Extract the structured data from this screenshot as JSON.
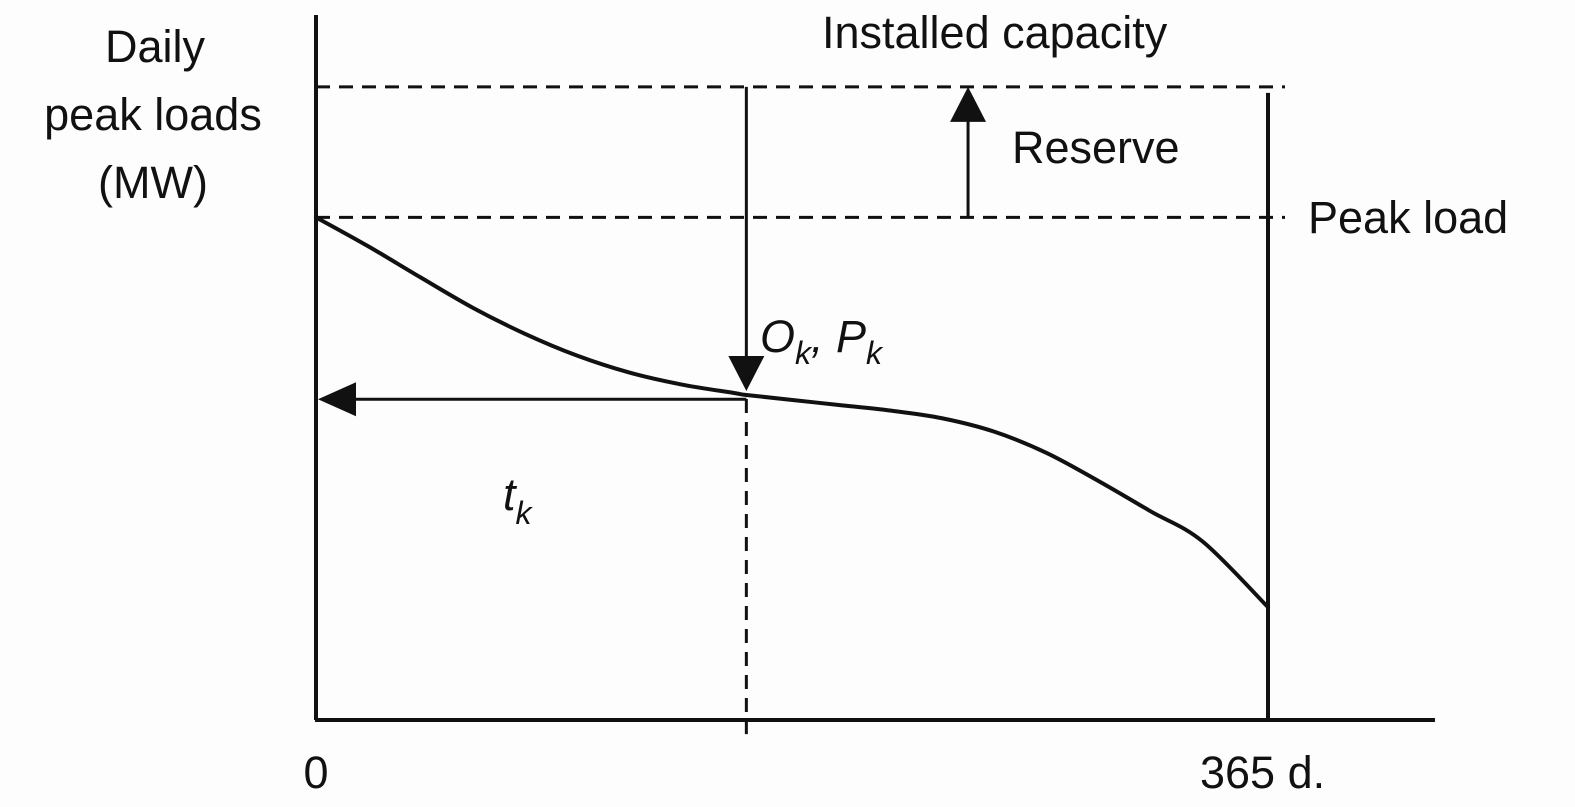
{
  "chart_data": {
    "type": "line",
    "title": "",
    "ylabel_lines": [
      "Daily",
      "peak loads",
      "(MW)"
    ],
    "xlabel": "",
    "x_ticks": [
      {
        "value": 0,
        "label": "0"
      },
      {
        "value": 365,
        "label": "365 d."
      }
    ],
    "xlim": [
      0,
      365
    ],
    "ylim": [
      0,
      1
    ],
    "grid": false,
    "legend": "none",
    "reference_lines": [
      {
        "name": "installed-capacity",
        "label": "Installed capacity",
        "y": 0.898,
        "style": "dashed"
      },
      {
        "name": "peak-load",
        "label": "Peak load",
        "y": 0.713,
        "style": "dashed"
      }
    ],
    "series": [
      {
        "name": "Daily peak load duration curve",
        "x": [
          0,
          20,
          40,
          60,
          80,
          100,
          120,
          140,
          160,
          165,
          180,
          200,
          220,
          240,
          260,
          280,
          300,
          320,
          340,
          365
        ],
        "y": [
          0.713,
          0.672,
          0.628,
          0.585,
          0.548,
          0.517,
          0.493,
          0.476,
          0.464,
          0.461,
          0.455,
          0.447,
          0.439,
          0.428,
          0.409,
          0.379,
          0.339,
          0.296,
          0.253,
          0.16
        ]
      }
    ],
    "annotations": [
      {
        "name": "reserve",
        "label": "Reserve",
        "type": "arrow-up",
        "x": 250,
        "from_y": 0.713,
        "to_y": 0.898
      },
      {
        "name": "ok-pk",
        "label_main_1": "O",
        "label_sub_1": "k",
        "label_sep": ", ",
        "label_main_2": "P",
        "label_sub_2": "k",
        "type": "arrow-down",
        "x": 165,
        "from_y": 0.898,
        "to_y": 0.461
      },
      {
        "name": "tk",
        "label_main": "t",
        "label_sub": "k",
        "type": "arrow-left",
        "y": 0.455,
        "from_x": 165,
        "to_x": 0
      },
      {
        "name": "tk-drop",
        "type": "dashed-vertical",
        "x": 165,
        "from_y": 0.461,
        "to_y": -0.02
      }
    ]
  }
}
